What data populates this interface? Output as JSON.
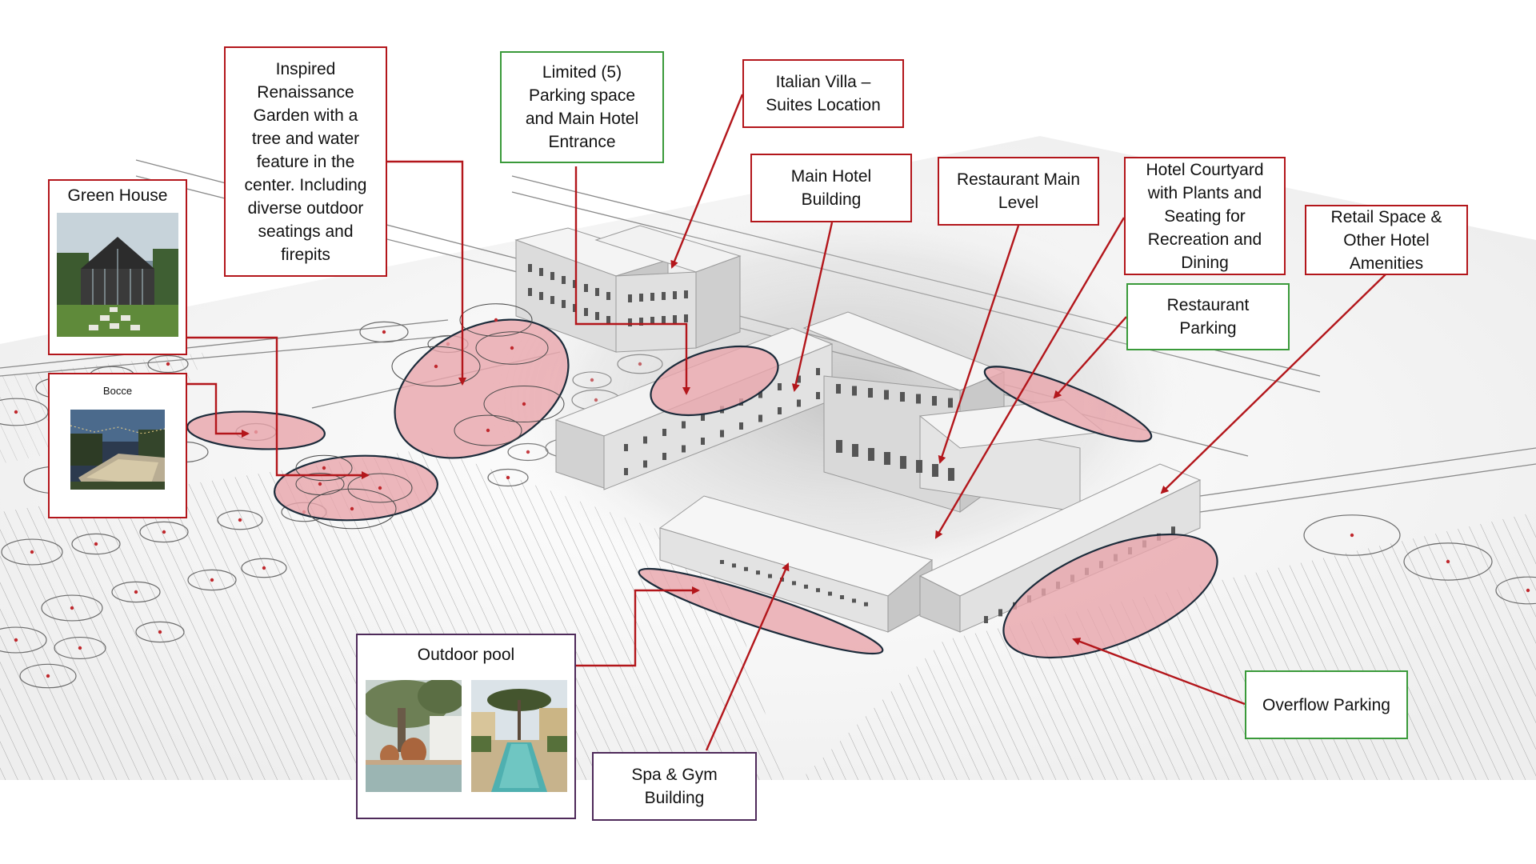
{
  "colors": {
    "red": "#b3161b",
    "green": "#3a9a3a",
    "purple": "#4e2a5a",
    "zone_fill": "#e8a5ab",
    "zone_stroke": "#1b2b3a",
    "building": "#e9e9e9",
    "building_shadow": "#bdbdbd",
    "site_line": "#8a8a8a"
  },
  "labels": {
    "green_house": "Green House",
    "bocce": "Bocce",
    "renaissance_garden": [
      "Inspired",
      "Renaissance",
      "Garden with a",
      "tree and water",
      "feature in the",
      "center. Including",
      "diverse outdoor",
      "seatings and",
      "firepits"
    ],
    "limited_parking": [
      "Limited (5)",
      "Parking space",
      "and Main Hotel",
      "Entrance"
    ],
    "italian_villa": [
      "Italian Villa –",
      "Suites Location"
    ],
    "main_hotel": [
      "Main Hotel",
      "Building"
    ],
    "restaurant_main": [
      "Restaurant Main",
      "Level"
    ],
    "hotel_courtyard": [
      "Hotel Courtyard",
      "with Plants and",
      "Seating for",
      "Recreation and",
      "Dining"
    ],
    "retail_space": [
      "Retail Space &",
      "Other Hotel",
      "Amenities"
    ],
    "restaurant_parking": [
      "Restaurant",
      "Parking"
    ],
    "overflow_parking": "Overflow Parking",
    "outdoor_pool": "Outdoor pool",
    "spa_gym": [
      "Spa & Gym",
      "Building"
    ]
  },
  "icons": {
    "greenhouse_photo": "greenhouse-photo",
    "bocce_photo": "bocce-court-photo",
    "pool_photo_1": "olive-tree-pool-photo",
    "pool_photo_2": "villa-pool-photo"
  }
}
